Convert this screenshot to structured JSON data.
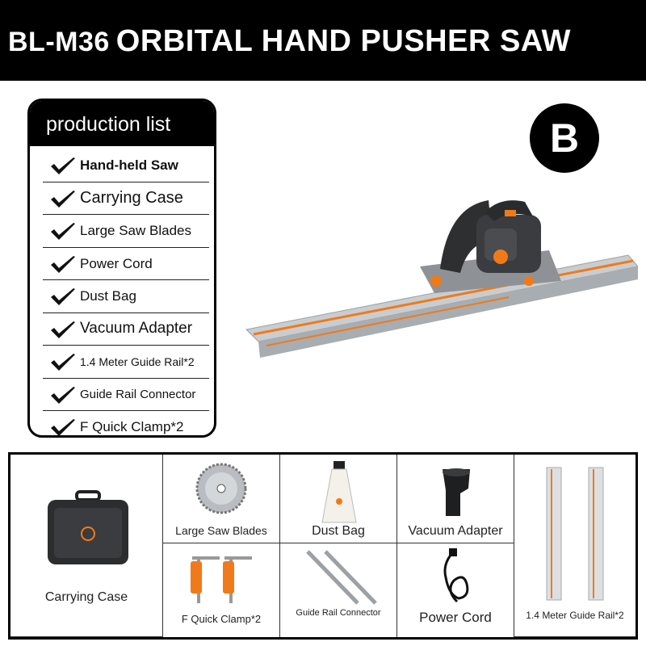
{
  "header": {
    "model": "BL-M36",
    "title": "ORBITAL HAND PUSHER SAW"
  },
  "badge": "B",
  "production_list": {
    "title": "production list",
    "items": [
      {
        "label": "Hand-held Saw"
      },
      {
        "label": "Carrying Case"
      },
      {
        "label": "Large Saw Blades"
      },
      {
        "label": "Power Cord"
      },
      {
        "label": "Dust Bag"
      },
      {
        "label": "Vacuum Adapter"
      },
      {
        "label": "1.4 Meter Guide Rail*2"
      },
      {
        "label": "Guide Rail  Connector"
      },
      {
        "label": "F Quick Clamp*2"
      }
    ]
  },
  "accessories": {
    "carrying_case": "Carrying Case",
    "saw_blades": "Large Saw Blades",
    "dust_bag": "Dust Bag",
    "vacuum_adapter": "Vacuum Adapter",
    "guide_rail": "1.4 Meter Guide Rail*2",
    "quick_clamp": "F Quick Clamp*2",
    "rail_connector": "Guide Rail  Connector",
    "power_cord": "Power Cord"
  },
  "colors": {
    "accent_orange": "#f07a1a",
    "dark": "#000000",
    "rail_silver": "#c9cdd0"
  }
}
